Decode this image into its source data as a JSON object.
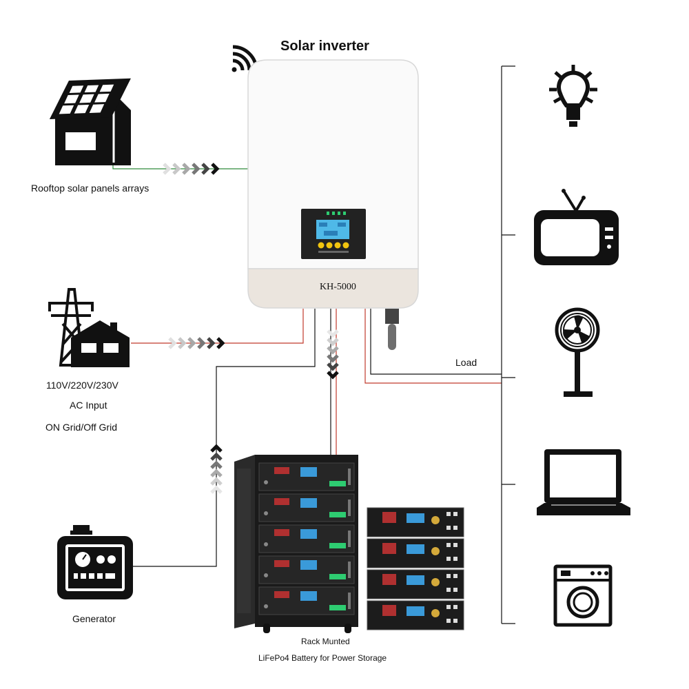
{
  "inverter": {
    "title": "Solar inverter",
    "model": "KH-5000"
  },
  "inputs": {
    "solar_label": "Rooftop solar panels arrays",
    "grid_voltage": "110V/220V/230V",
    "grid_label": "AC Input",
    "grid_mode": "ON Grid/Off Grid",
    "generator_label": "Generator"
  },
  "load": {
    "label": "Load",
    "devices": [
      "light-bulb",
      "television",
      "fan",
      "laptop",
      "washing-machine"
    ]
  },
  "battery": {
    "line1": "Rack Munted",
    "line2": "LiFePo4 Battery for Power Storage"
  },
  "colors": {
    "solar_line": "#2e8b3a",
    "ac_line": "#c0392b",
    "dc_line": "#111111"
  }
}
